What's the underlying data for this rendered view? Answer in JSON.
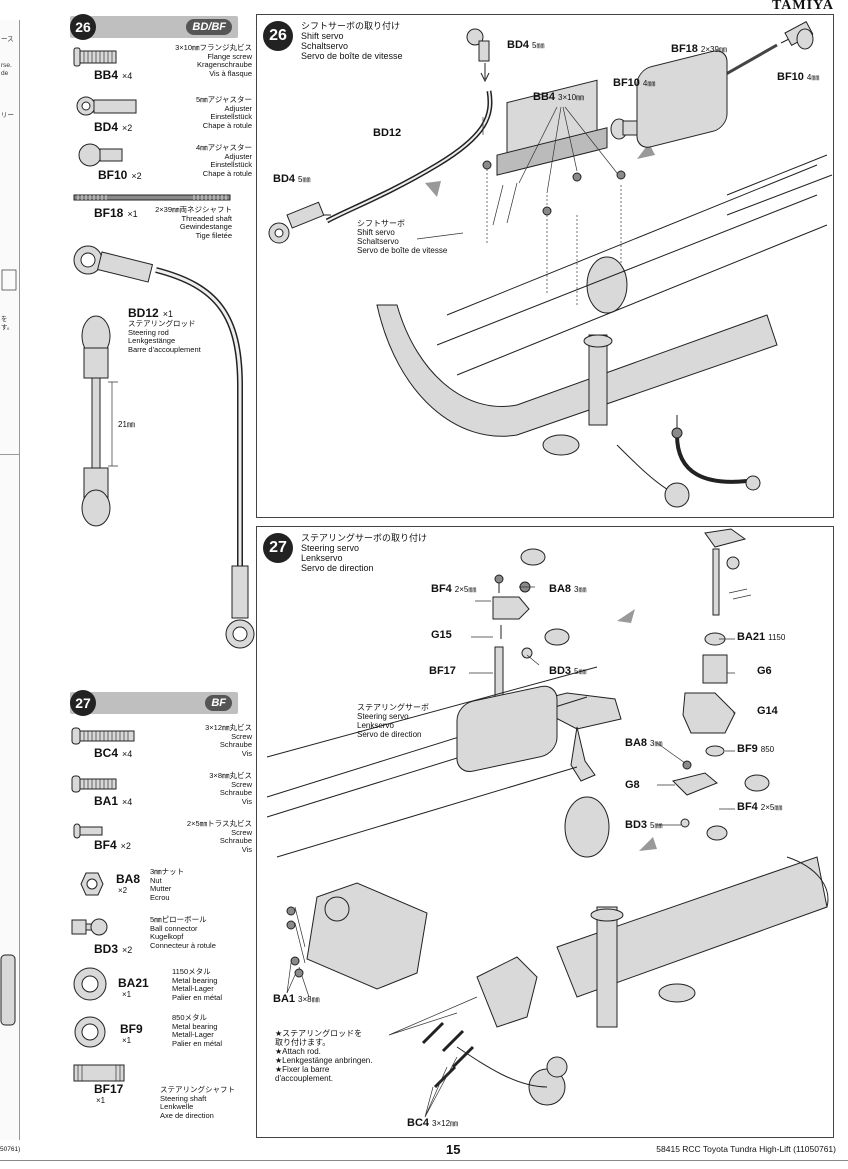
{
  "brand": "TAMIYA",
  "left_fragments": [
    "ース",
    "rse.",
    "de",
    "リー",
    "を",
    "す。",
    "50761)"
  ],
  "sidebar": {
    "step26": {
      "number": "26",
      "bag": "BD/BF",
      "parts": [
        {
          "code": "BB4",
          "qty": "×4",
          "desc": [
            "3×10㎜フランジ丸ビス",
            "Flange screw",
            "Kragenschraube",
            "Vis à flasque"
          ]
        },
        {
          "code": "BD4",
          "qty": "×2",
          "desc": [
            "5㎜アジャスター",
            "Adjuster",
            "Einstellstück",
            "Chape à rotule"
          ]
        },
        {
          "code": "BF10",
          "qty": "×2",
          "desc": [
            "4㎜アジャスター",
            "Adjuster",
            "Einstellstück",
            "Chape à rotule"
          ]
        },
        {
          "code": "BF18",
          "qty": "×1",
          "desc": [
            "2×39㎜両ネジシャフト",
            "Threaded shaft",
            "Gewindestange",
            "Tige filetée"
          ]
        },
        {
          "code": "BD12",
          "qty": "×1",
          "desc": [
            "ステアリングロッド",
            "Steering rod",
            "Lenkgestänge",
            "Barre d'accouplement"
          ]
        }
      ],
      "rod_length": "21㎜"
    },
    "step27": {
      "number": "27",
      "bag": "BF",
      "parts": [
        {
          "code": "BC4",
          "qty": "×4",
          "desc": [
            "3×12㎜丸ビス",
            "Screw",
            "Schraube",
            "Vis"
          ]
        },
        {
          "code": "BA1",
          "qty": "×4",
          "desc": [
            "3×8㎜丸ビス",
            "Screw",
            "Schraube",
            "Vis"
          ]
        },
        {
          "code": "BF4",
          "qty": "×2",
          "desc": [
            "2×5㎜トラス丸ビス",
            "Screw",
            "Schraube",
            "Vis"
          ]
        },
        {
          "code": "BA8",
          "qty": "×2",
          "desc": [
            "3㎜ナット",
            "Nut",
            "Mutter",
            "Ecrou"
          ]
        },
        {
          "code": "BD3",
          "qty": "×2",
          "desc": [
            "5㎜ピローボール",
            "Ball connector",
            "Kugelkopf",
            "Connecteur à rotule"
          ]
        },
        {
          "code": "BA21",
          "qty": "×1",
          "desc": [
            "1150メタル",
            "Metal bearing",
            "Metall-Lager",
            "Palier en métal"
          ]
        },
        {
          "code": "BF9",
          "qty": "×1",
          "desc": [
            "850メタル",
            "Metal bearing",
            "Metall-Lager",
            "Palier en métal"
          ]
        },
        {
          "code": "BF17",
          "qty": "×1",
          "desc": [
            "ステアリングシャフト",
            "Steering shaft",
            "Lenkwelle",
            "Axe de direction"
          ]
        }
      ]
    }
  },
  "panel26": {
    "number": "26",
    "title": [
      "シフトサーボの取り付け",
      "Shift servo",
      "Schaltservo",
      "Servo de boîte de vitesse"
    ],
    "labels": {
      "bd4_top": "BD4",
      "bd4_top_size": "5㎜",
      "bf18": "BF18",
      "bf18_size": "2×39㎜",
      "bf10_right": "BF10",
      "bf10_right_size": "4㎜",
      "bf10_mid": "BF10",
      "bf10_mid_size": "4㎜",
      "bb4": "BB4",
      "bb4_size": "3×10㎜",
      "bd12": "BD12",
      "bd4_left": "BD4",
      "bd4_left_size": "5㎜"
    },
    "servo_note": [
      "シフトサーボ",
      "Shift servo",
      "Schaltservo",
      "Servo de boîte de vitesse"
    ]
  },
  "panel27": {
    "number": "27",
    "title": [
      "ステアリングサーボの取り付け",
      "Steering servo",
      "Lenkservo",
      "Servo de direction"
    ],
    "labels": {
      "bf4_top": "BF4",
      "bf4_top_size": "2×5㎜",
      "ba8_top": "BA8",
      "ba8_top_size": "3㎜",
      "g15": "G15",
      "bf17": "BF17",
      "bd3_top": "BD3",
      "bd3_top_size": "5㎜",
      "ba21": "BA21",
      "ba21_size": "1150",
      "g6": "G6",
      "g14": "G14",
      "ba8_mid": "BA8",
      "ba8_mid_size": "3㎜",
      "bf9": "BF9",
      "bf9_size": "850",
      "g8": "G8",
      "bf4_mid": "BF4",
      "bf4_mid_size": "2×5㎜",
      "bd3_mid": "BD3",
      "bd3_mid_size": "5㎜",
      "ba1": "BA1",
      "ba1_size": "3×8㎜",
      "bc4": "BC4",
      "bc4_size": "3×12㎜"
    },
    "servo_note": [
      "ステアリングサーボ",
      "Steering servo",
      "Lenkservo",
      "Servo de direction"
    ],
    "rod_note": [
      "★ステアリングロッドを",
      "取り付けます。",
      "★Attach rod.",
      "★Lenkgestänge anbringen.",
      "★Fixer la barre",
      "d'accouplement."
    ]
  },
  "footer": {
    "page": "15",
    "model": "58415 RCC Toyota Tundra High-Lift (11050761)",
    "left": "50761)"
  }
}
